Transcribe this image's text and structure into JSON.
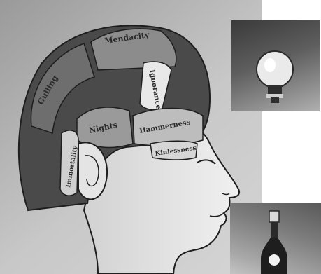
{
  "illustration": {
    "regions": [
      {
        "id": "r1",
        "label": "Mendacity"
      },
      {
        "id": "r2",
        "label": "Gulling"
      },
      {
        "id": "r3",
        "label": "Ignorance"
      },
      {
        "id": "r4",
        "label": "Nights"
      },
      {
        "id": "r5",
        "label": "Hammerness"
      },
      {
        "id": "r6",
        "label": "Kinlessness"
      },
      {
        "id": "r7",
        "label": "Immortality"
      }
    ]
  },
  "photos": [
    {
      "name": "light-bulb-photo",
      "subject": "light bulb"
    },
    {
      "name": "bottle-photo",
      "subject": "bottle"
    }
  ],
  "colors": {
    "skin": "#e6e6e6",
    "hair_dark": "#4a4a4a",
    "region_mid": "#8c8c8c",
    "outline": "#1e1e1e"
  }
}
